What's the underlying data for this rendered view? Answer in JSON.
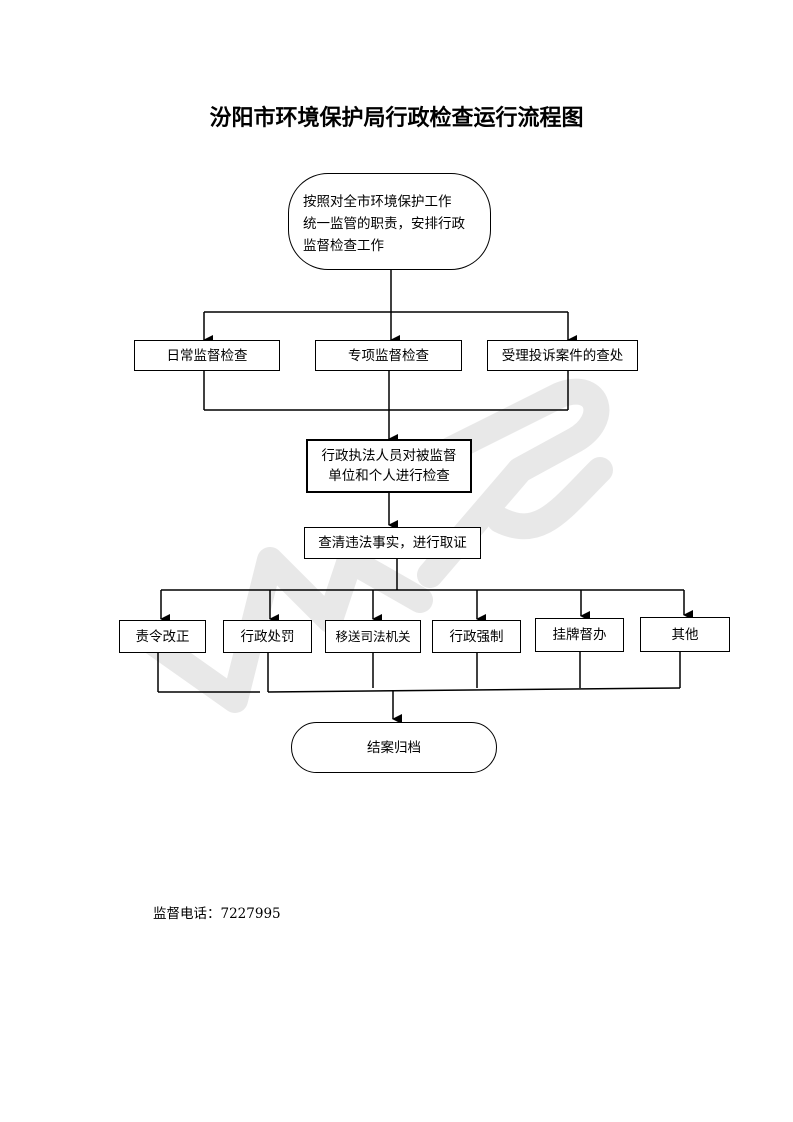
{
  "title": "汾阳市环境保护局行政检查运行流程图",
  "start_node": [
    "按照对全市环境保护工作",
    "统一监管的职责，安排行政",
    "监督检查工作"
  ],
  "inspection_types": [
    "日常监督检查",
    "专项监督检查",
    "受理投诉案件的查处"
  ],
  "inspect_node": [
    "行政执法人员对被监督",
    "单位和个人进行检查"
  ],
  "investigate_node": "查清违法事实，进行取证",
  "actions": [
    "责令改正",
    "行政处罚",
    "移送司法机关",
    "行政强制",
    "挂牌督办",
    "其他"
  ],
  "end_node": "结案归档",
  "footer": "监督电话：7227995",
  "watermark": "WPS"
}
